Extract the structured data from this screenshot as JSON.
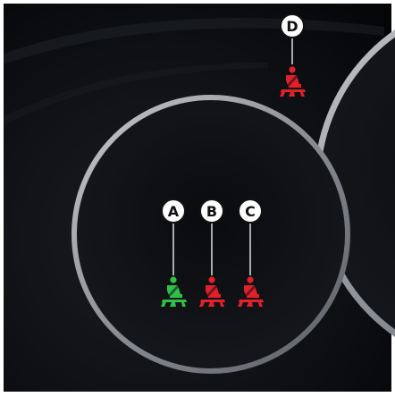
{
  "callouts": [
    {
      "letter": "A",
      "indicator_color": "#2fbf4a"
    },
    {
      "letter": "B",
      "indicator_color": "#e0202a"
    },
    {
      "letter": "C",
      "indicator_color": "#e0202a"
    },
    {
      "letter": "D",
      "indicator_color": "#e0202a"
    }
  ],
  "colors": {
    "background_dark": "#0b0c10",
    "gauge_ring": "#9a9da3",
    "callout_circle_fill": "#ffffff",
    "callout_text": "#111111"
  },
  "icon_names": [
    "seatbelt-warning-icon"
  ]
}
